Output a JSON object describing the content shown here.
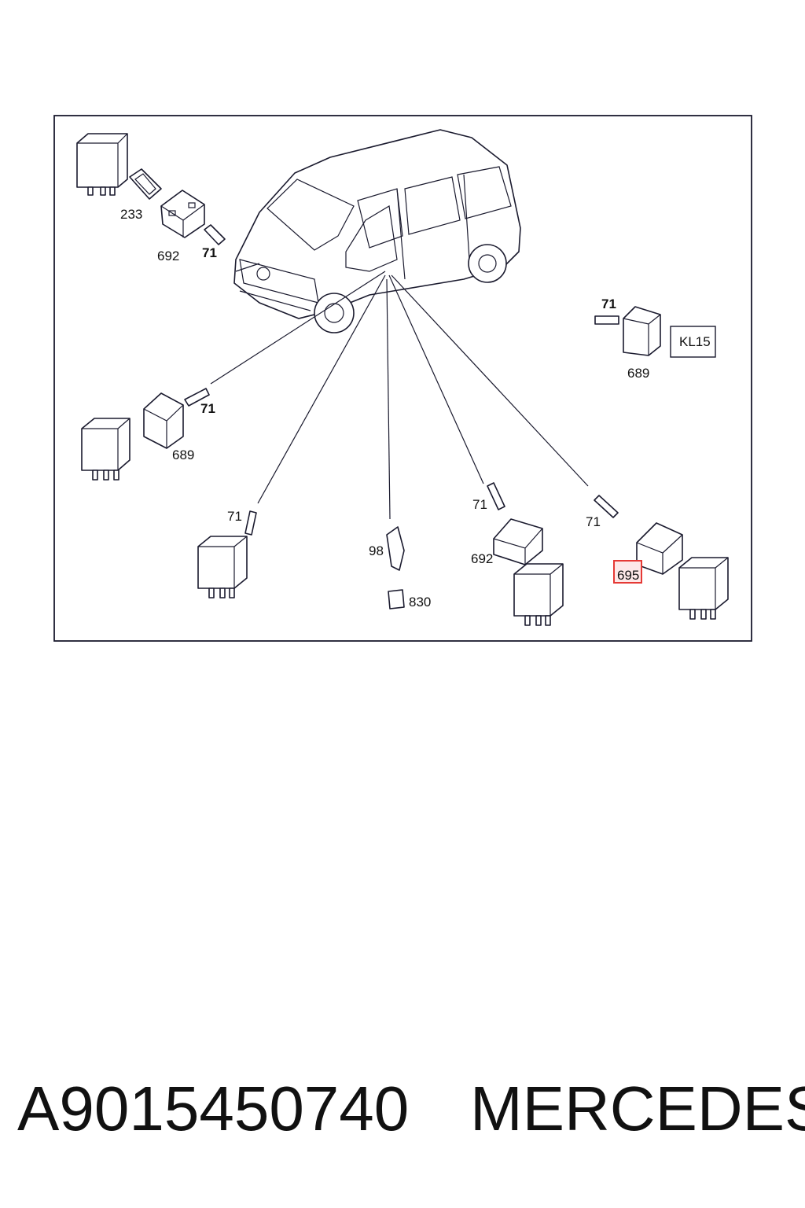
{
  "diagram": {
    "labels": {
      "relay_socket_top": "233",
      "holder_top": "692",
      "connector_top": "71",
      "connector_right": "71",
      "holder_right": "689",
      "kl15_box": "KL15",
      "connector_left": "71",
      "holder_left": "689",
      "connector_lower_left": "71",
      "fuse_holder": "98",
      "fuse": "830",
      "connector_lower_mid": "71",
      "holder_lower_mid": "692",
      "connector_lower_right": "71",
      "highlighted_part": "695"
    },
    "highlight_color": "#e53935",
    "line_color": "#1a1a2e"
  },
  "footer": {
    "part_number": "A9015450740",
    "brand": "MERCEDES"
  }
}
